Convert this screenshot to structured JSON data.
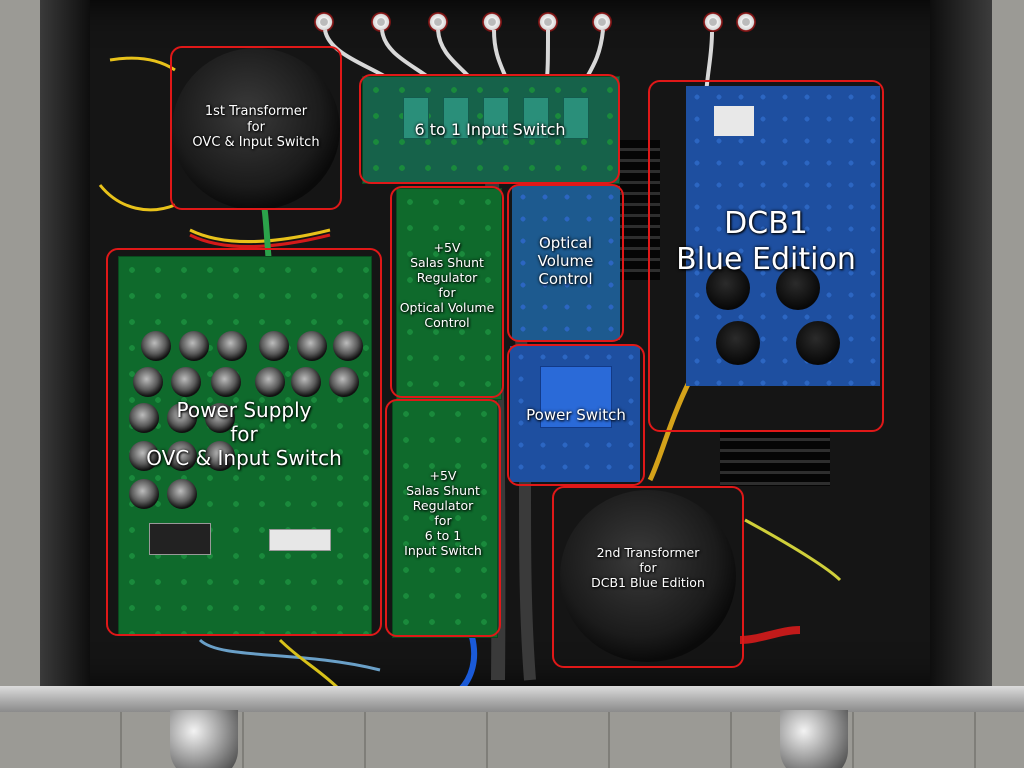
{
  "labels": {
    "transformer_1": "1st Transformer\nfor\nOVC & Input Switch",
    "input_switch": "6 to 1 Input Switch",
    "dcb1": "DCB1\nBlue Edition",
    "regulator_ovc": "+5V\nSalas Shunt\nRegulator\nfor\nOptical Volume\nControl",
    "optical_volume": "Optical\nVolume\nControl",
    "power_supply": "Power Supply\nfor\nOVC & Input Switch",
    "power_switch": "Power Switch",
    "regulator_input": "+5V\nSalas Shunt\nRegulator\nfor\n6 to 1\nInput Switch",
    "transformer_2": "2nd Transformer\nfor\nDCB1 Blue Edition"
  },
  "colors": {
    "box_outline": "#e01818",
    "label_text": "#ffffff",
    "pcb_green": "#0f6a2c",
    "pcb_blue": "#1e4fa0"
  }
}
